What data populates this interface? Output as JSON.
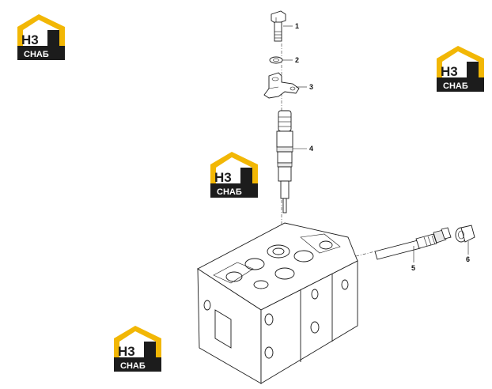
{
  "brand": {
    "logo_top": "H3",
    "logo_bottom": "СНАБ",
    "colors": {
      "yellow": "#f2b705",
      "black": "#1c1c1c",
      "white": "#ffffff"
    }
  },
  "callouts": {
    "c1": "1",
    "c2": "2",
    "c3": "3",
    "c4": "4",
    "c5": "5",
    "c6": "6"
  }
}
